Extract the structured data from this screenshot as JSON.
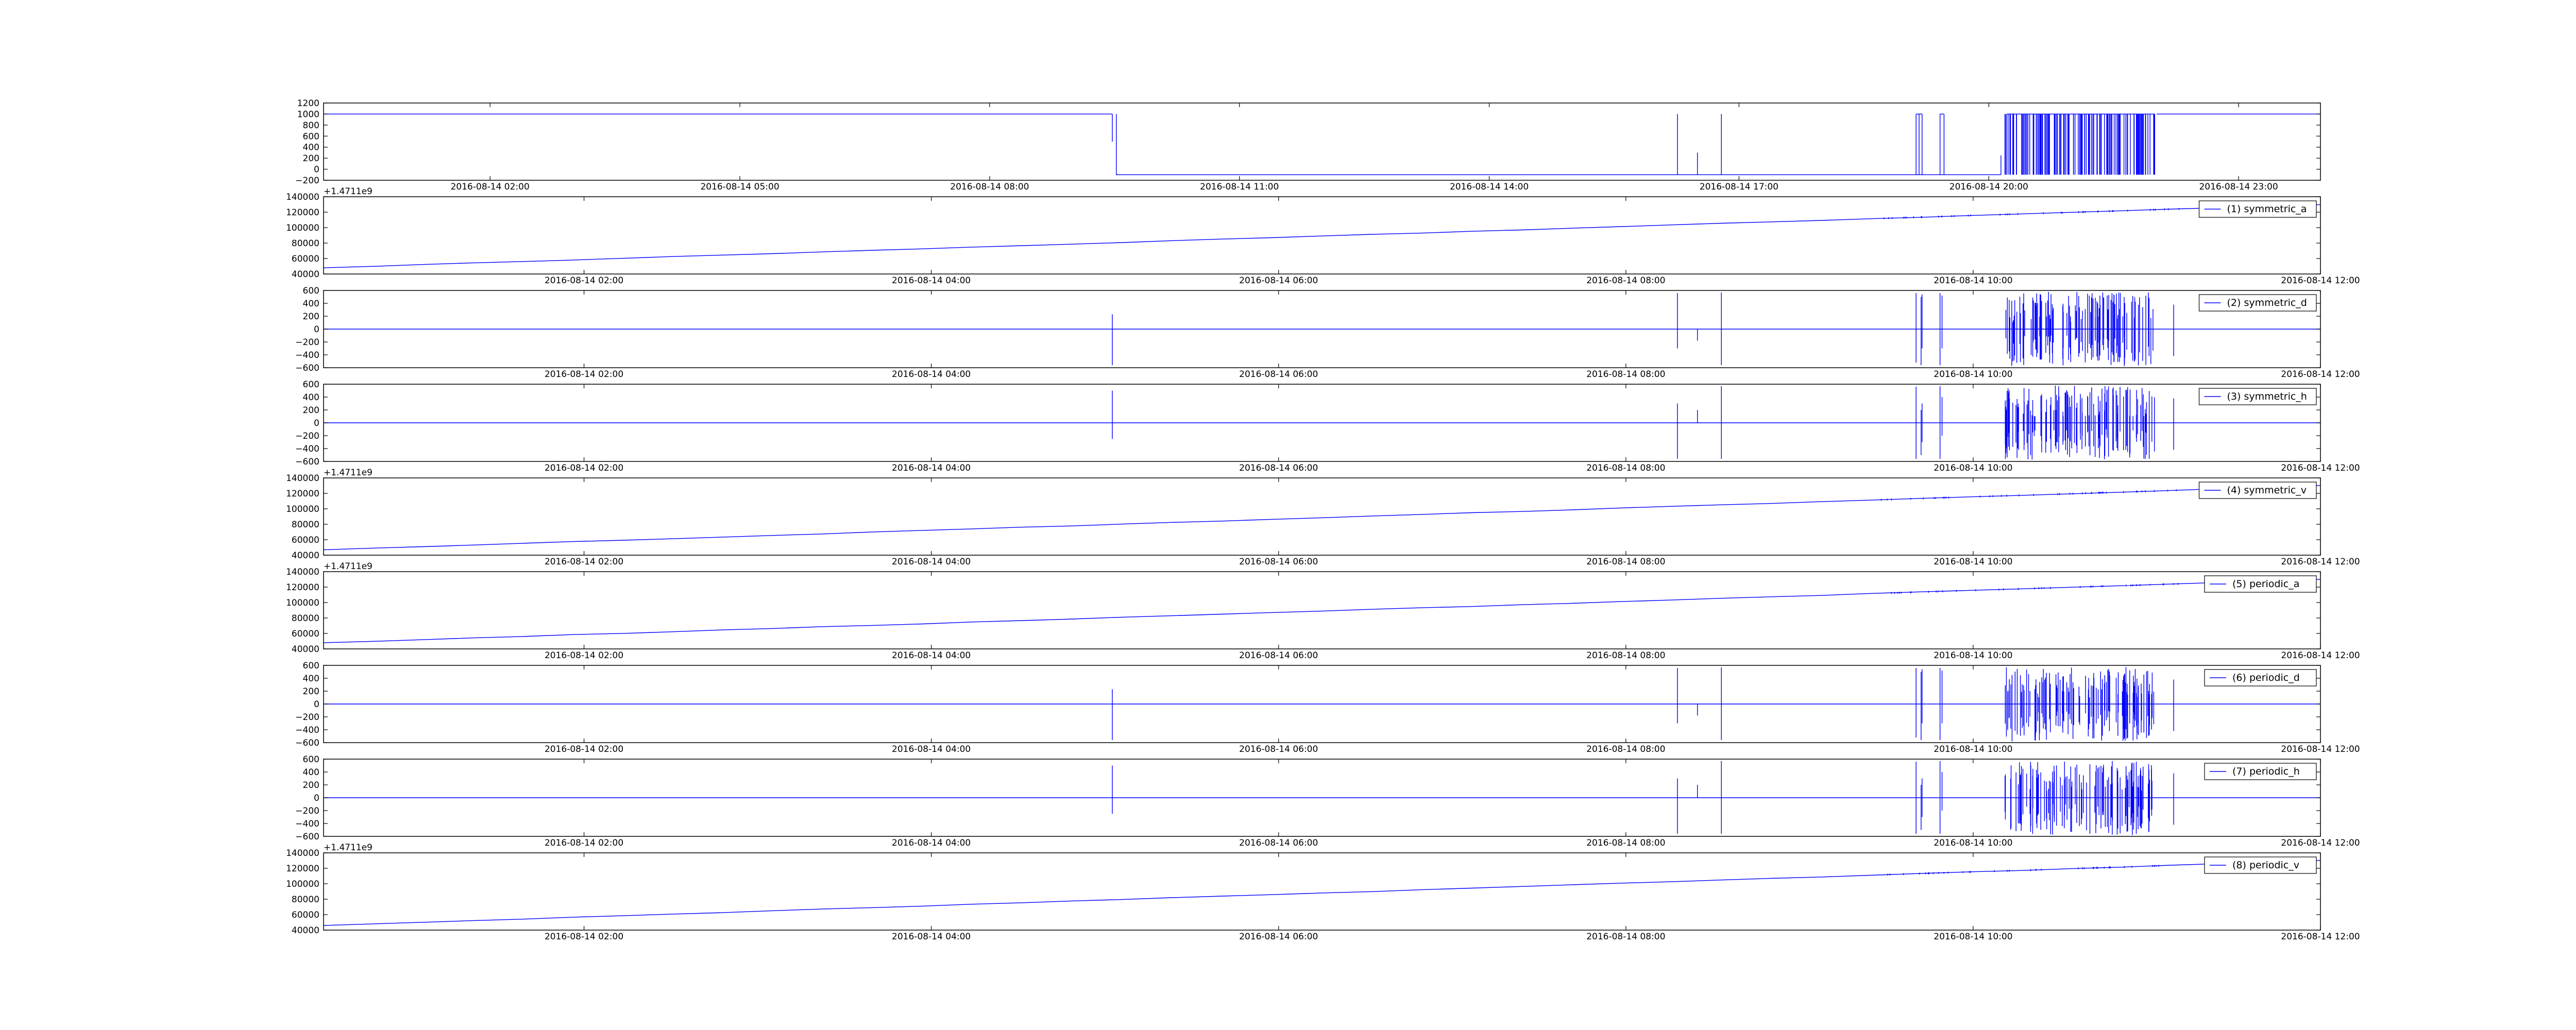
{
  "colors": {
    "line": "#0000ff",
    "axis": "#000000",
    "background": "#ffffff"
  },
  "chart_data": [
    {
      "type": "line",
      "x_kind": "date",
      "xlim": [
        "2016-08-14 00:00",
        "2016-08-14 23:59"
      ],
      "x_ticks": [
        "2016-08-14 02:00",
        "2016-08-14 05:00",
        "2016-08-14 08:00",
        "2016-08-14 11:00",
        "2016-08-14 14:00",
        "2016-08-14 17:00",
        "2016-08-14 20:00",
        "2016-08-14 23:00"
      ],
      "ylim": [
        -200,
        1200
      ],
      "y_ticks": [
        -200,
        0,
        200,
        400,
        600,
        800,
        1000,
        1200
      ],
      "offset_label": "",
      "legend": "",
      "series": [
        {
          "kind": "raw_wifi_signal"
        }
      ]
    },
    {
      "type": "line",
      "x_kind": "date",
      "xlim": [
        "2016-08-14 00:30",
        "2016-08-14 12:00"
      ],
      "x_ticks": [
        "2016-08-14 02:00",
        "2016-08-14 04:00",
        "2016-08-14 06:00",
        "2016-08-14 08:00",
        "2016-08-14 10:00",
        "2016-08-14 12:00"
      ],
      "ylim": [
        40000,
        140000
      ],
      "y_ticks": [
        40000,
        60000,
        80000,
        100000,
        120000,
        140000
      ],
      "offset_label": "+1.4711e9",
      "legend": "(1) symmetric_a",
      "series": [
        {
          "kind": "ramp",
          "y_start": 48000,
          "y_end": 130000
        }
      ]
    },
    {
      "type": "line",
      "x_kind": "date",
      "xlim": [
        "2016-08-14 00:30",
        "2016-08-14 12:00"
      ],
      "x_ticks": [
        "2016-08-14 02:00",
        "2016-08-14 04:00",
        "2016-08-14 06:00",
        "2016-08-14 08:00",
        "2016-08-14 10:00",
        "2016-08-14 12:00"
      ],
      "ylim": [
        -600,
        600
      ],
      "y_ticks": [
        -600,
        -400,
        -200,
        0,
        200,
        400,
        600
      ],
      "offset_label": "",
      "legend": "(2) symmetric_d",
      "series": [
        {
          "kind": "detail",
          "spike_set": "a"
        }
      ]
    },
    {
      "type": "line",
      "x_kind": "date",
      "xlim": [
        "2016-08-14 00:30",
        "2016-08-14 12:00"
      ],
      "x_ticks": [
        "2016-08-14 02:00",
        "2016-08-14 04:00",
        "2016-08-14 06:00",
        "2016-08-14 08:00",
        "2016-08-14 10:00",
        "2016-08-14 12:00"
      ],
      "ylim": [
        -600,
        600
      ],
      "y_ticks": [
        -600,
        -400,
        -200,
        0,
        200,
        400,
        600
      ],
      "offset_label": "",
      "legend": "(3) symmetric_h",
      "series": [
        {
          "kind": "detail",
          "spike_set": "b"
        }
      ]
    },
    {
      "type": "line",
      "x_kind": "date",
      "xlim": [
        "2016-08-14 00:30",
        "2016-08-14 12:00"
      ],
      "x_ticks": [
        "2016-08-14 02:00",
        "2016-08-14 04:00",
        "2016-08-14 06:00",
        "2016-08-14 08:00",
        "2016-08-14 10:00",
        "2016-08-14 12:00"
      ],
      "ylim": [
        40000,
        140000
      ],
      "y_ticks": [
        40000,
        60000,
        80000,
        100000,
        120000,
        140000
      ],
      "offset_label": "+1.4711e9",
      "legend": "(4) symmetric_v",
      "series": [
        {
          "kind": "ramp",
          "y_start": 47000,
          "y_end": 130000
        }
      ]
    },
    {
      "type": "line",
      "x_kind": "date",
      "xlim": [
        "2016-08-14 00:30",
        "2016-08-14 12:00"
      ],
      "x_ticks": [
        "2016-08-14 02:00",
        "2016-08-14 04:00",
        "2016-08-14 06:00",
        "2016-08-14 08:00",
        "2016-08-14 10:00",
        "2016-08-14 12:00"
      ],
      "ylim": [
        40000,
        140000
      ],
      "y_ticks": [
        40000,
        60000,
        80000,
        100000,
        120000,
        140000
      ],
      "offset_label": "+1.4711e9",
      "legend": "(5) periodic_a",
      "series": [
        {
          "kind": "ramp",
          "y_start": 48000,
          "y_end": 130000
        }
      ]
    },
    {
      "type": "line",
      "x_kind": "date",
      "xlim": [
        "2016-08-14 00:30",
        "2016-08-14 12:00"
      ],
      "x_ticks": [
        "2016-08-14 02:00",
        "2016-08-14 04:00",
        "2016-08-14 06:00",
        "2016-08-14 08:00",
        "2016-08-14 10:00",
        "2016-08-14 12:00"
      ],
      "ylim": [
        -600,
        600
      ],
      "y_ticks": [
        -600,
        -400,
        -200,
        0,
        200,
        400,
        600
      ],
      "offset_label": "",
      "legend": "(6) periodic_d",
      "series": [
        {
          "kind": "detail",
          "spike_set": "a"
        }
      ]
    },
    {
      "type": "line",
      "x_kind": "date",
      "xlim": [
        "2016-08-14 00:30",
        "2016-08-14 12:00"
      ],
      "x_ticks": [
        "2016-08-14 02:00",
        "2016-08-14 04:00",
        "2016-08-14 06:00",
        "2016-08-14 08:00",
        "2016-08-14 10:00",
        "2016-08-14 12:00"
      ],
      "ylim": [
        -600,
        600
      ],
      "y_ticks": [
        -600,
        -400,
        -200,
        0,
        200,
        400,
        600
      ],
      "offset_label": "",
      "legend": "(7) periodic_h",
      "series": [
        {
          "kind": "detail",
          "spike_set": "b"
        }
      ]
    },
    {
      "type": "line",
      "x_kind": "date",
      "xlim": [
        "2016-08-14 00:30",
        "2016-08-14 12:00"
      ],
      "x_ticks": [
        "2016-08-14 02:00",
        "2016-08-14 04:00",
        "2016-08-14 06:00",
        "2016-08-14 08:00",
        "2016-08-14 10:00",
        "2016-08-14 12:00"
      ],
      "ylim": [
        40000,
        140000
      ],
      "y_ticks": [
        40000,
        60000,
        80000,
        100000,
        120000,
        140000
      ],
      "offset_label": "+1.4711e9",
      "legend": "(8) periodic_v",
      "series": [
        {
          "kind": "ramp",
          "y_start": 46000,
          "y_end": 130000
        }
      ]
    }
  ]
}
